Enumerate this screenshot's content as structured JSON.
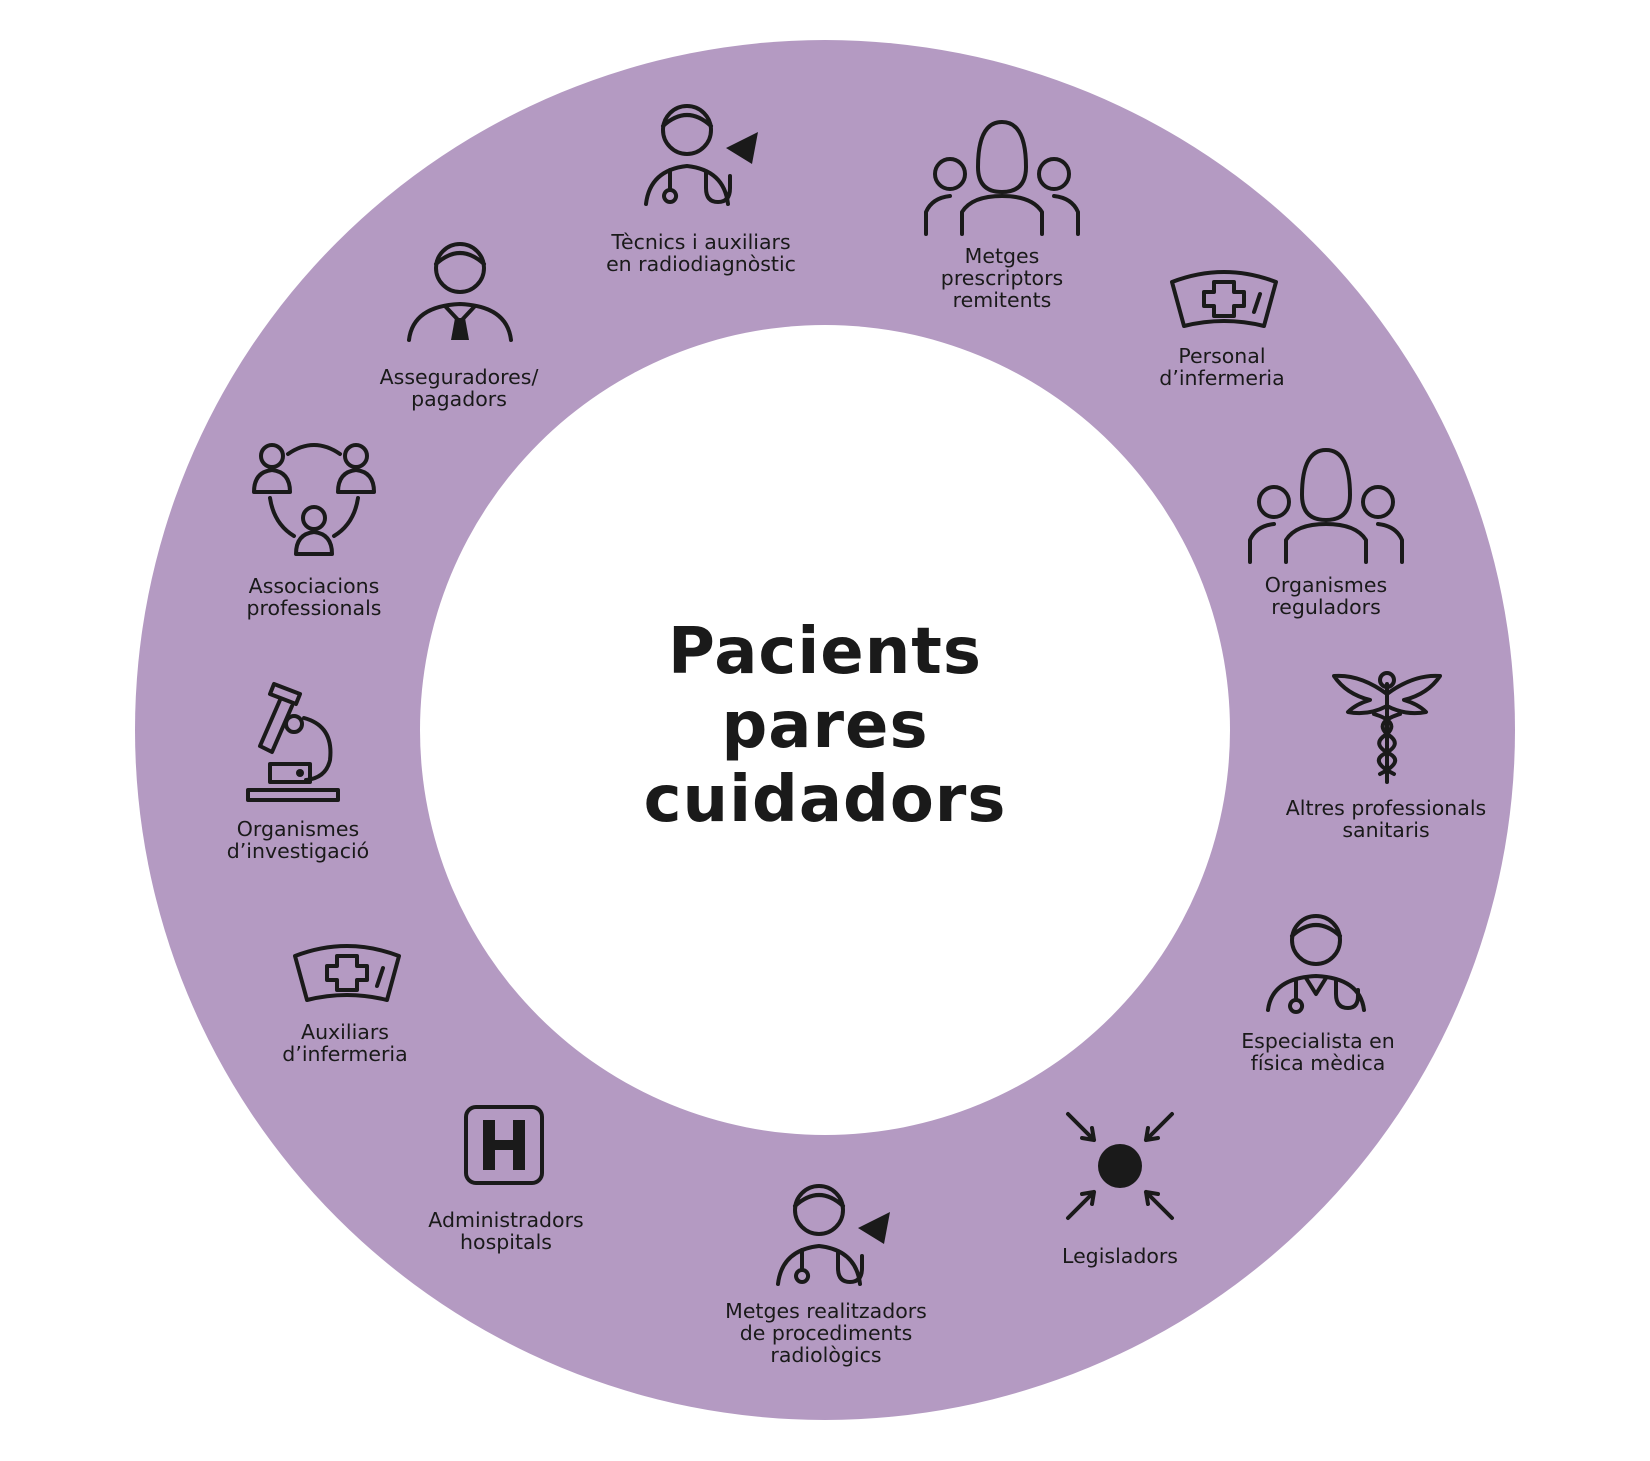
{
  "center": {
    "lines": [
      "Pacients",
      "pares",
      "cuidadors"
    ]
  },
  "colors": {
    "ring": "#b49ac2",
    "inner": "#ffffff",
    "text": "#1a1a1a"
  },
  "stakeholders": [
    {
      "id": "tecnics",
      "icon": "radiology-technician-icon",
      "lines": [
        "Tècnics i auxiliars",
        "en radiodiagnòstic"
      ]
    },
    {
      "id": "metges-prescriptors",
      "icon": "group-of-people-icon",
      "lines": [
        "Metges",
        "prescriptors",
        "remitents"
      ]
    },
    {
      "id": "personal-infermeria",
      "icon": "nurse-cap-icon",
      "lines": [
        "Personal",
        "d’infermeria"
      ]
    },
    {
      "id": "organismes-reguladors",
      "icon": "group-of-people-icon",
      "lines": [
        "Organismes",
        "reguladors"
      ]
    },
    {
      "id": "altres-professionals",
      "icon": "caduceus-icon",
      "lines": [
        "Altres professionals",
        "sanitaris"
      ]
    },
    {
      "id": "especialista-fisica",
      "icon": "doctor-stethoscope-icon",
      "lines": [
        "Especialista en",
        "física mèdica"
      ]
    },
    {
      "id": "legisladors",
      "icon": "converging-arrows-icon",
      "lines": [
        "Legisladors"
      ]
    },
    {
      "id": "metges-realitzadors",
      "icon": "radiology-technician-icon",
      "lines": [
        "Metges realitzadors",
        "de procediments",
        "radiològics"
      ]
    },
    {
      "id": "administradors",
      "icon": "hospital-sign-icon",
      "lines": [
        "Administradors",
        "hospitals"
      ]
    },
    {
      "id": "auxiliars-infermeria",
      "icon": "nurse-cap-icon",
      "lines": [
        "Auxiliars",
        "d’infermeria"
      ]
    },
    {
      "id": "organismes-investigacio",
      "icon": "microscope-icon",
      "lines": [
        "Organismes",
        "d’investigació"
      ]
    },
    {
      "id": "associacions",
      "icon": "connected-people-icon",
      "lines": [
        "Associacions",
        "professionals"
      ]
    },
    {
      "id": "asseguradores",
      "icon": "businessman-icon",
      "lines": [
        "Asseguradores/",
        "pagadors"
      ]
    }
  ]
}
